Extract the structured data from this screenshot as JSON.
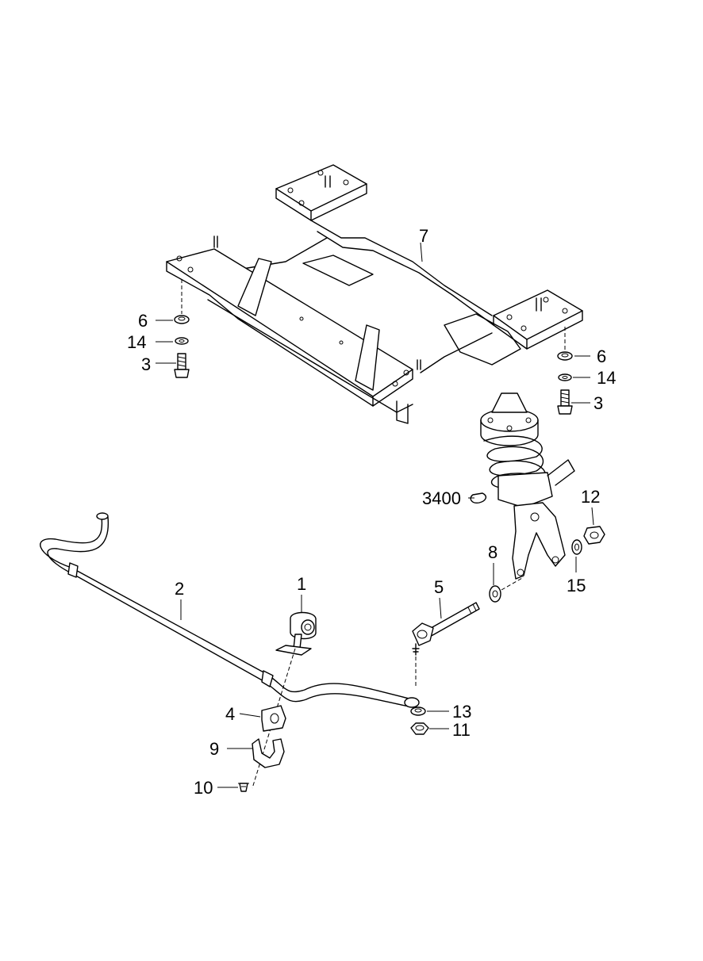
{
  "callouts": {
    "p1": "1",
    "p2": "2",
    "p3_left": "3",
    "p3_right": "3",
    "p4": "4",
    "p5": "5",
    "p6_left": "6",
    "p6_right": "6",
    "p7": "7",
    "p8": "8",
    "p9": "9",
    "p10": "10",
    "p11": "11",
    "p12": "12",
    "p13": "13",
    "p14_left": "14",
    "p14_right": "14",
    "p15": "15",
    "p3400": "3400"
  }
}
